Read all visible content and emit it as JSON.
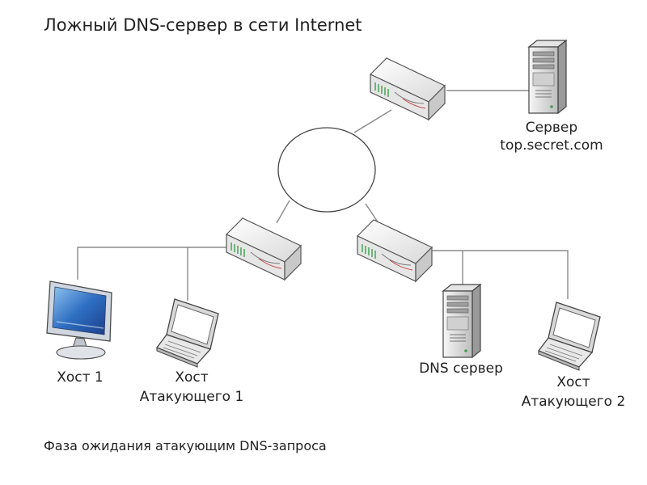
{
  "title": "Ложный DNS-сервер в сети Internet",
  "caption": "Фаза ожидания атакующим DNS-запроса",
  "nodes": {
    "server": {
      "line1": "Сервер",
      "line2": "top.secret.com"
    },
    "host1": {
      "line1": "Хост 1"
    },
    "attacker1": {
      "line1": "Хост",
      "line2": "Атакующего 1"
    },
    "dns_server": {
      "line1": "DNS сервер"
    },
    "attacker2": {
      "line1": "Хост",
      "line2": "Атакующего 2"
    }
  },
  "colors": {
    "text": "#222222",
    "wire": "#8a8a8a",
    "device_body": "#f2f2f2",
    "device_outline": "#555555",
    "device_accent": "#3f9e4d",
    "monitor_screen": "#2f6fc2"
  }
}
